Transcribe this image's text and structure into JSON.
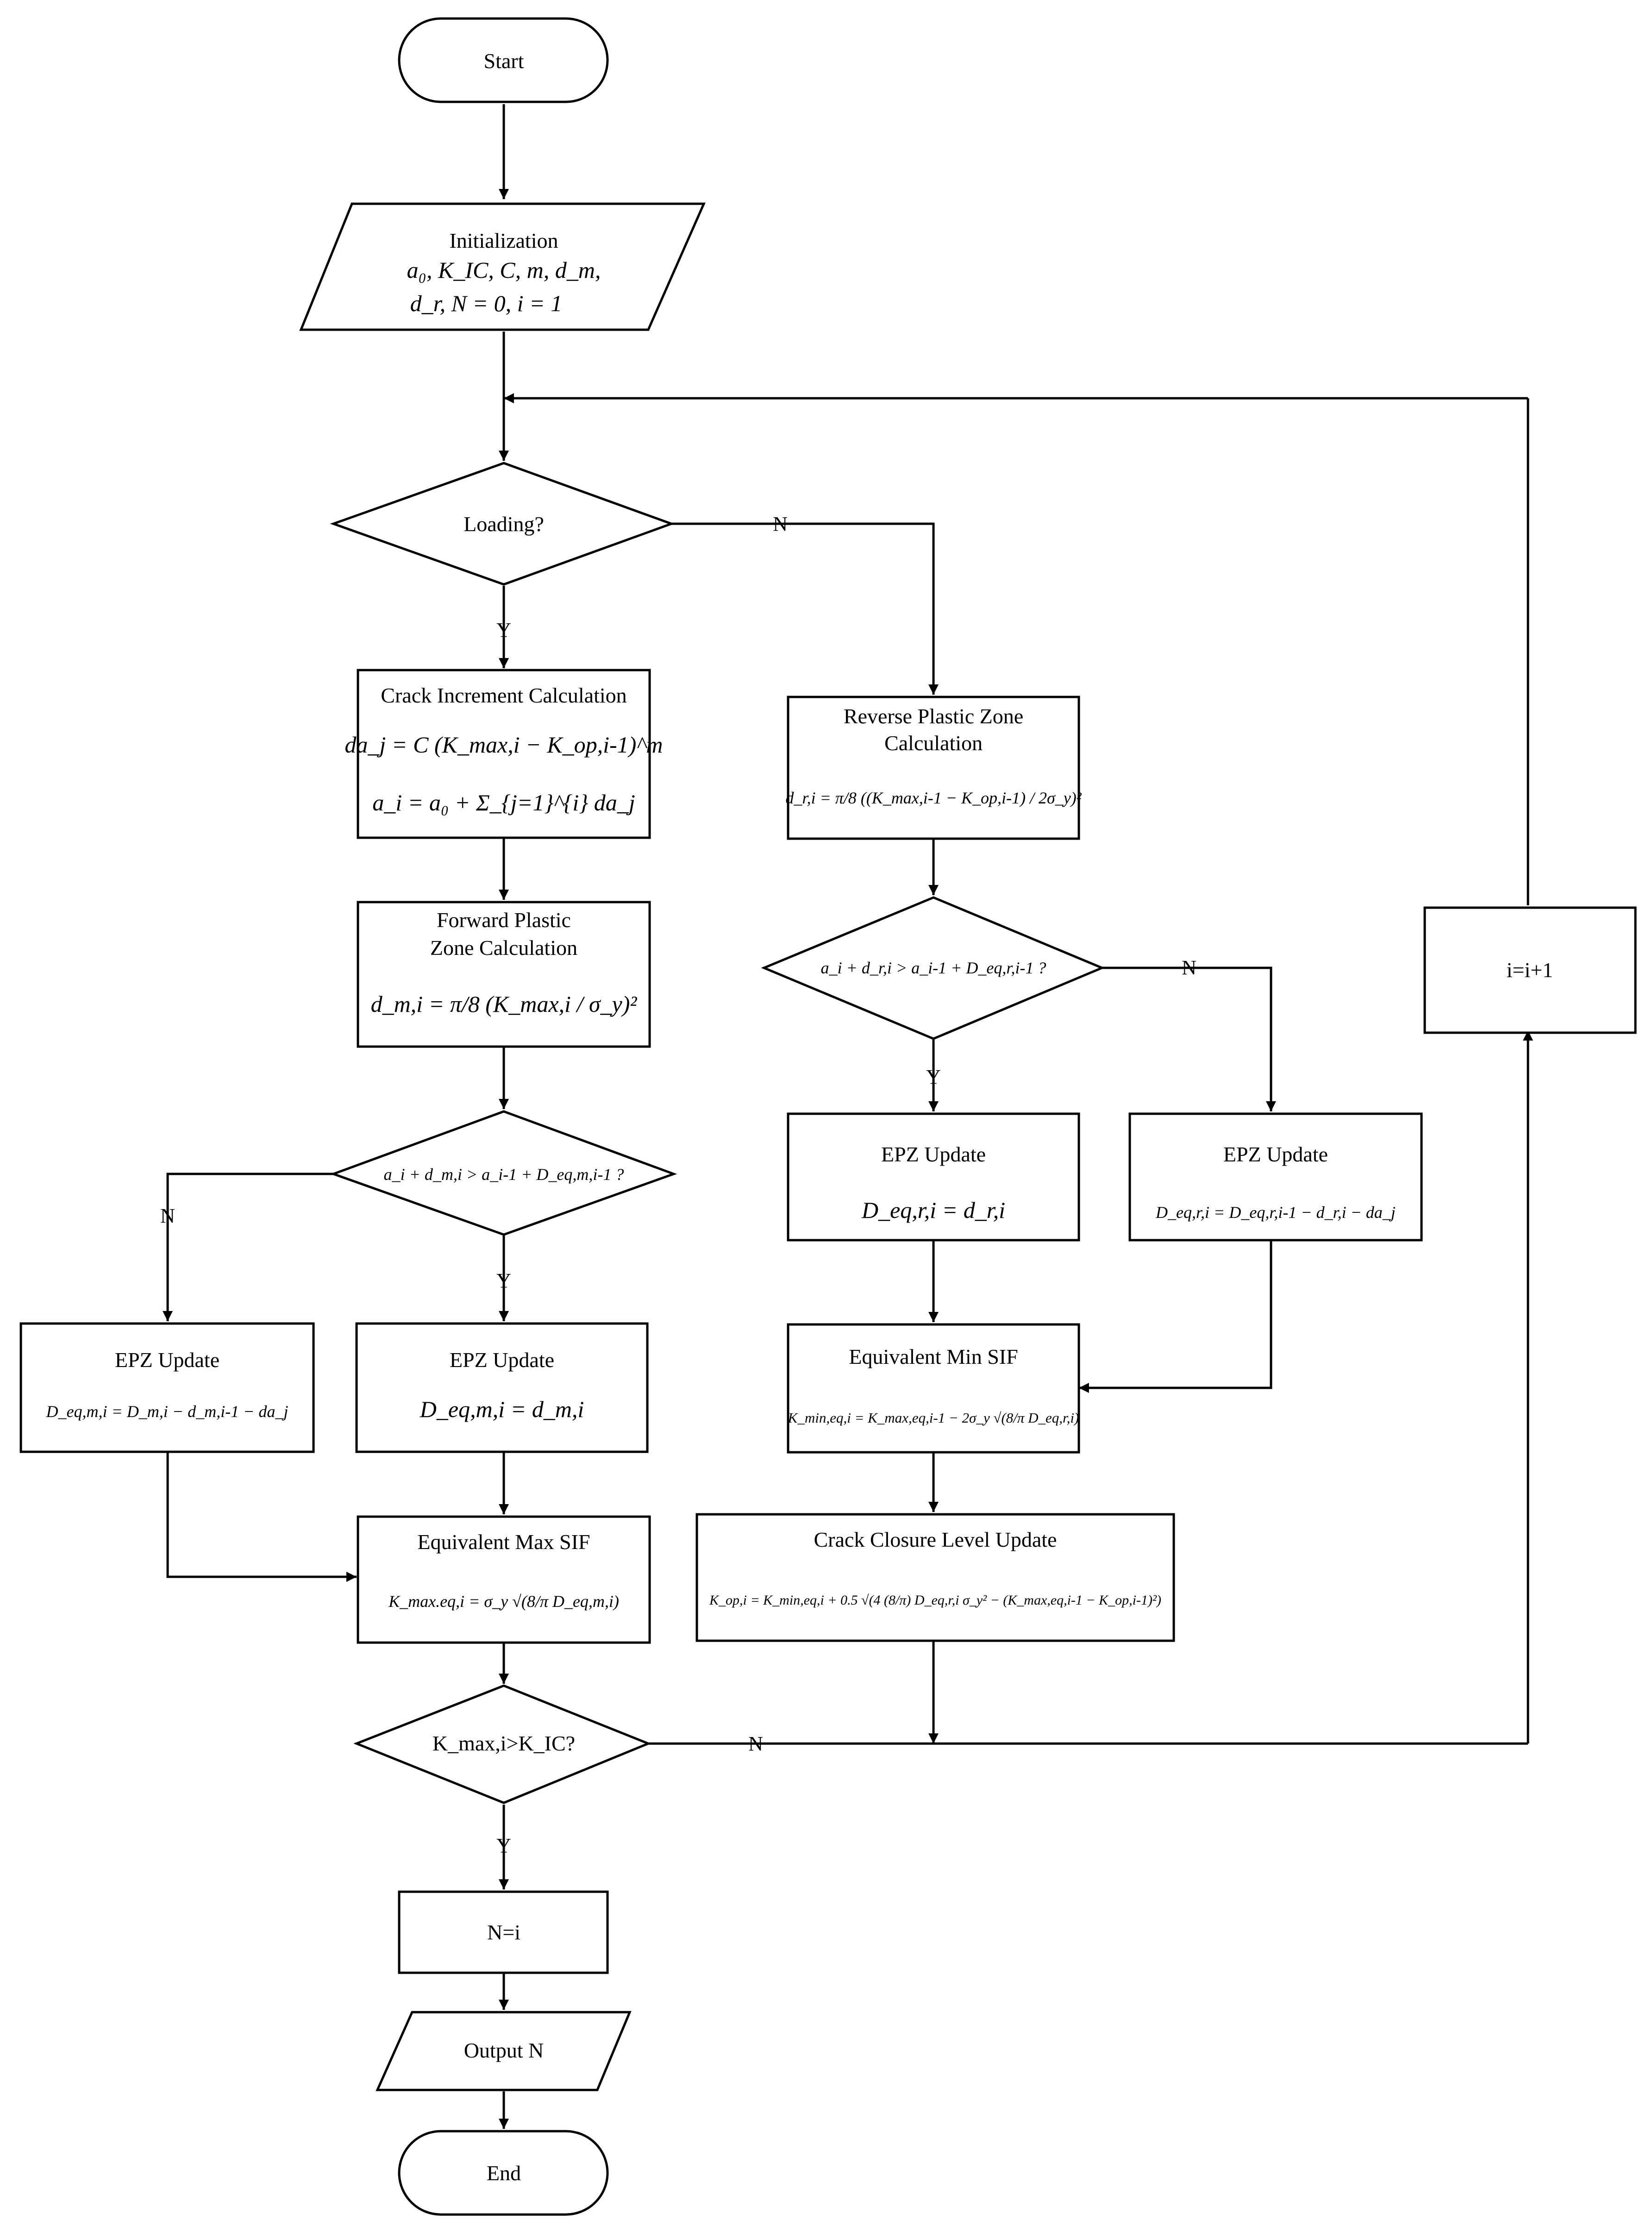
{
  "nodes": {
    "start": "Start",
    "init": {
      "title": "Initialization",
      "line1": "a₀, K_IC, C, m, d_m,",
      "line2": "d_r, N = 0, i = 1"
    },
    "loading": "Loading?",
    "crack_inc": {
      "title": "Crack Increment Calculation",
      "eq1": "da_j = C (K_max,i − K_op,i-1)^m",
      "eq2": "a_i = a₀ + Σ_{j=1}^{i} da_j"
    },
    "forward": {
      "title1": "Forward Plastic",
      "title2": "Zone Calculation",
      "eq": "d_m,i = π/8 (K_max,i / σ_y)²"
    },
    "dec_m": "a_i + d_m,i > a_i-1 + D_eq,m,i-1 ?",
    "epz_m_n": {
      "title": "EPZ Update",
      "eq": "D_eq,m,i = D_m,i − d_m,i-1 − da_j"
    },
    "epz_m_y": {
      "title": "EPZ Update",
      "eq": "D_eq,m,i = d_m,i"
    },
    "eq_max": {
      "title": "Equivalent Max SIF",
      "eq": "K_max.eq,i = σ_y √(8/π D_eq,m,i)"
    },
    "dec_k": "K_max,i>K_IC?",
    "n_eq_i": "N=i",
    "output": "Output N",
    "end": "End",
    "reverse": {
      "title1": "Reverse Plastic Zone",
      "title2": "Calculation",
      "eq": "d_r,i = π/8 ((K_max,i-1 − K_op,i-1) / 2σ_y)²"
    },
    "dec_r": "a_i + d_r,i > a_i-1 + D_eq,r,i-1 ?",
    "epz_r_y": {
      "title": "EPZ Update",
      "eq": "D_eq,r,i = d_r,i"
    },
    "epz_r_n": {
      "title": "EPZ Update",
      "eq": "D_eq,r,i = D_eq,r,i-1 − d_r,i − da_j"
    },
    "eq_min": {
      "title": "Equivalent Min SIF",
      "eq": "K_min,eq,i = K_max,eq,i-1 − 2σ_y √(8/π D_eq,r,i)"
    },
    "closure": {
      "title": "Crack Closure Level Update",
      "eq": "K_op,i = K_min,eq,i + 0.5 √(4 (8/π) D_eq,r,i σ_y² − (K_max,eq,i-1 − K_op,i-1)²)"
    },
    "incr": "i=i+1"
  },
  "edge_labels": {
    "loading_no": "N",
    "loading_yes": "Y",
    "dec_m_no": "N",
    "dec_m_yes": "Y",
    "dec_r_no": "N",
    "dec_r_yes": "Y",
    "dec_k_no": "N",
    "dec_k_yes": "Y"
  }
}
